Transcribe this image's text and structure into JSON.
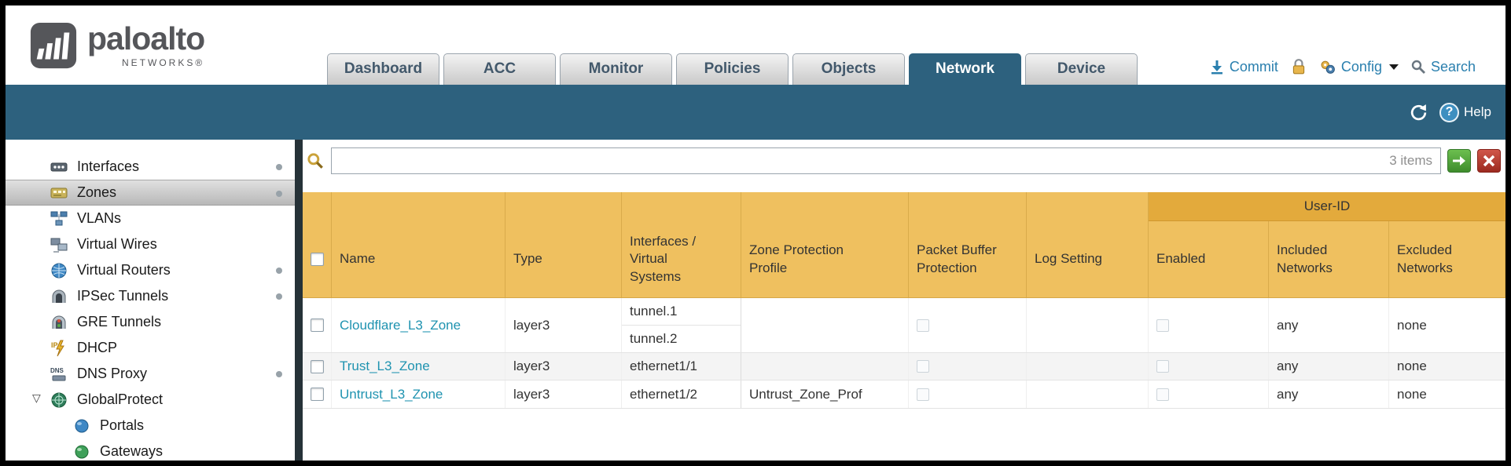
{
  "colors": {
    "accent_teal": "#2d617e",
    "header_orange": "#efc05f",
    "user_id_band": "#e3aa3c",
    "link_blue": "#1f93b0"
  },
  "brand": {
    "name": "paloalto",
    "networks": "NETWORKS®"
  },
  "nav": {
    "tabs": [
      {
        "label": "Dashboard"
      },
      {
        "label": "ACC"
      },
      {
        "label": "Monitor"
      },
      {
        "label": "Policies"
      },
      {
        "label": "Objects"
      },
      {
        "label": "Network",
        "active": true
      },
      {
        "label": "Device"
      }
    ],
    "actions": {
      "commit": "Commit",
      "config": "Config",
      "search": "Search"
    }
  },
  "band": {
    "help": "Help"
  },
  "icons": {
    "question_mark": "?",
    "expander_open": "▽"
  },
  "sidebar": {
    "items": [
      {
        "label": "Interfaces",
        "dot": true
      },
      {
        "label": "Zones",
        "selected": true,
        "dot": true
      },
      {
        "label": "VLANs"
      },
      {
        "label": "Virtual Wires"
      },
      {
        "label": "Virtual Routers",
        "dot": true
      },
      {
        "label": "IPSec Tunnels",
        "dot": true
      },
      {
        "label": "GRE Tunnels"
      },
      {
        "label": "DHCP"
      },
      {
        "label": "DNS Proxy",
        "dot": true
      },
      {
        "label": "GlobalProtect",
        "expanded": true
      },
      {
        "label": "Portals",
        "child": true
      },
      {
        "label": "Gateways",
        "child": true
      }
    ]
  },
  "filter": {
    "value": "",
    "items_count": "3 items"
  },
  "table": {
    "user_id_group_label": "User-ID",
    "columns": [
      "Name",
      "Type",
      "Interfaces / Virtual Systems",
      "Zone Protection Profile",
      "Packet Buffer Protection",
      "Log Setting",
      "Enabled",
      "Included Networks",
      "Excluded Networks"
    ],
    "rows": [
      {
        "name": "Cloudflare_L3_Zone",
        "type": "layer3",
        "interfaces": [
          "tunnel.1",
          "tunnel.2"
        ],
        "zone_protection_profile": "",
        "log_setting": "",
        "included_networks": "any",
        "excluded_networks": "none"
      },
      {
        "name": "Trust_L3_Zone",
        "type": "layer3",
        "interfaces": [
          "ethernet1/1"
        ],
        "zone_protection_profile": "",
        "log_setting": "",
        "included_networks": "any",
        "excluded_networks": "none"
      },
      {
        "name": "Untrust_L3_Zone",
        "type": "layer3",
        "interfaces": [
          "ethernet1/2"
        ],
        "zone_protection_profile": "Untrust_Zone_Prof",
        "log_setting": "",
        "included_networks": "any",
        "excluded_networks": "none"
      }
    ]
  }
}
